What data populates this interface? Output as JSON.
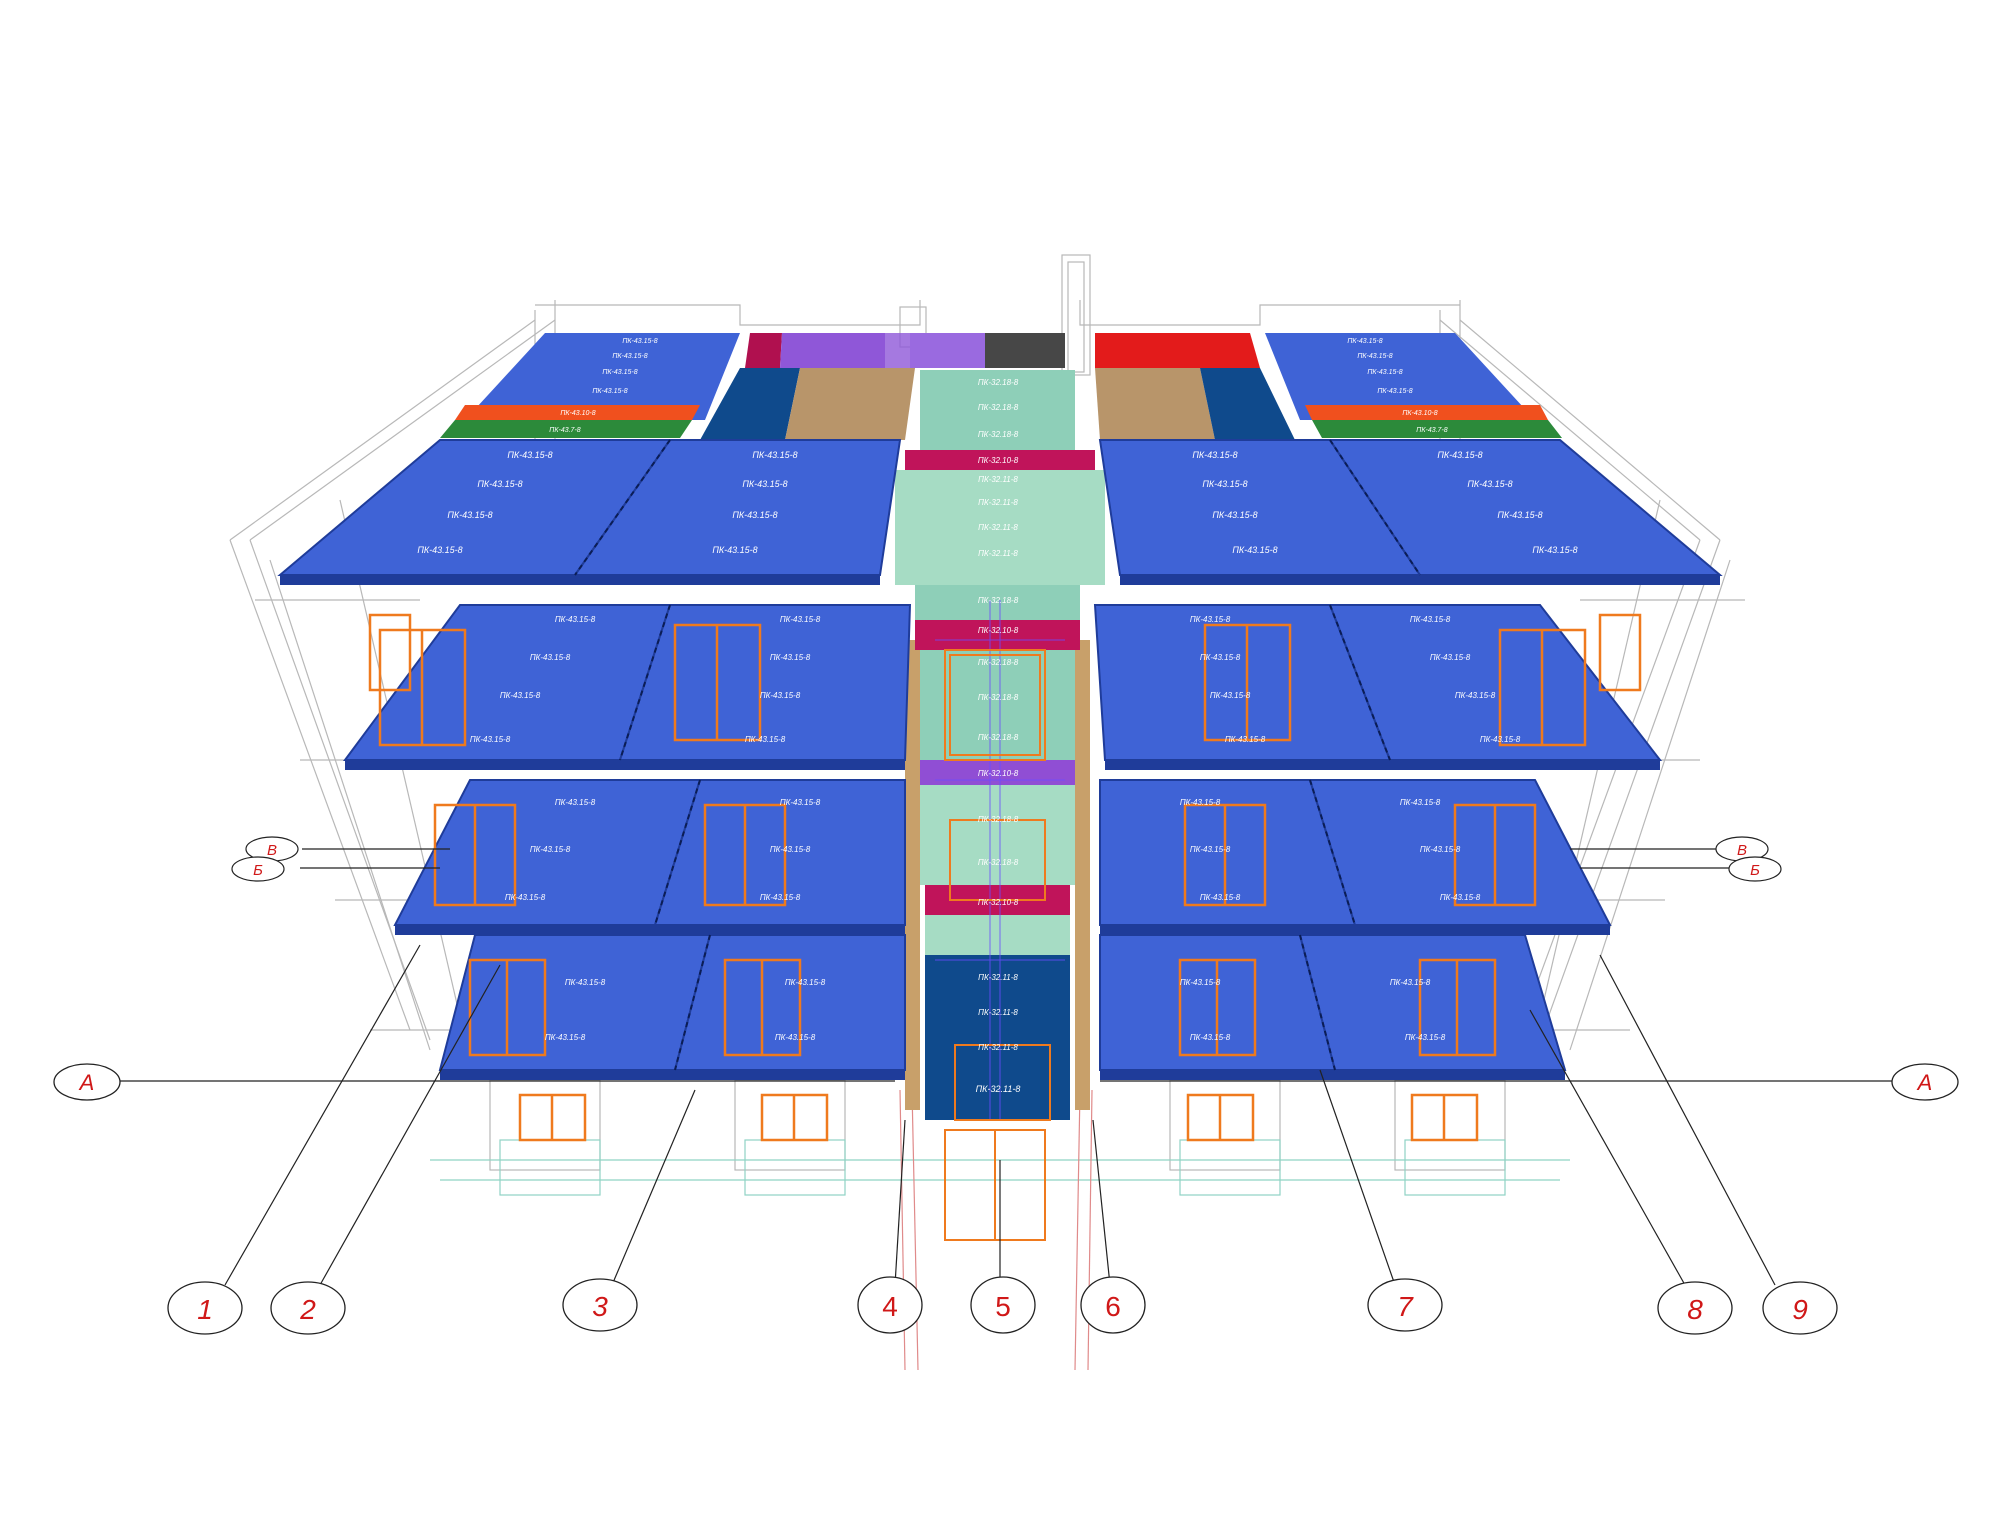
{
  "labels": {
    "pk43_15": "ПК-43.15-8",
    "pk43_10": "ПК-43.10-8",
    "pk43_7": "ПК-43.7-8",
    "pk32_18": "ПК-32.18-8",
    "pk32_11": "ПК-32.11-8",
    "pk32_10": "ПК-32.10-8"
  },
  "axes": {
    "numbers": [
      "1",
      "2",
      "3",
      "4",
      "5",
      "6",
      "7",
      "8",
      "9"
    ],
    "letter_a": "А",
    "letter_b": "Б",
    "letter_v": "В"
  },
  "colors": {
    "slab_blue": "#3f63d6",
    "slab_blue_edge": "#1f3c9a",
    "dark_navy": "#0f4a8c",
    "stair_teal": "#8ecfb8",
    "landing_magenta": "#c0145a",
    "purple": "#8f57d8",
    "tan": "#b8956a",
    "red": "#e31b1b",
    "orange_red": "#f0501e",
    "green": "#2c8a3a",
    "dark_gray": "#474747",
    "window_orange": "#ef7a1e",
    "axis_red": "#d01818"
  }
}
